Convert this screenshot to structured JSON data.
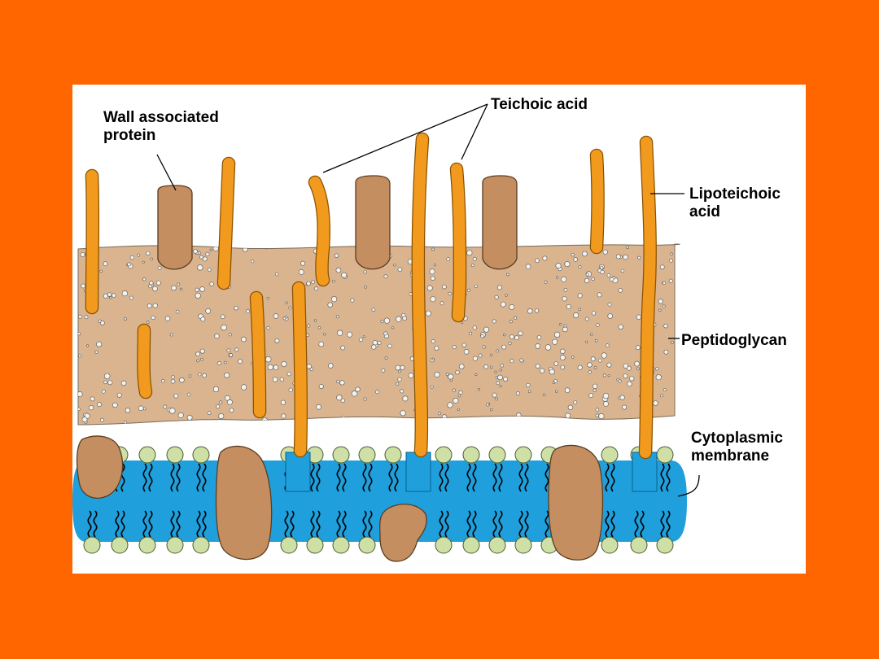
{
  "colors": {
    "background": "#FF6600",
    "panel": "#FFFFFF",
    "peptidoglycan": "#D9B48F",
    "peptidoglycan_dots": "#F2F2EE",
    "teichoic_acid": "#F29A1E",
    "teichoic_outline": "#8A5200",
    "protein": "#C48E60",
    "membrane": "#1FA0DD",
    "phospholipid_head": "#CFE0A6",
    "phospholipid_tail": "#000000",
    "leader_line": "#000000"
  },
  "icons": {
    "peptidoglycan_layer": "peptidoglycan-layer-shape",
    "membrane_bilayer": "lipid-bilayer-shape",
    "protein": "rounded-blob-shape",
    "teichoic_acid": "rod-shape"
  },
  "labels": {
    "wall_associated_protein": [
      "Wall associated",
      "protein"
    ],
    "teichoic_acid": "Teichoic acid",
    "lipoteichoic_acid": [
      "Lipoteichoic",
      "acid"
    ],
    "peptidoglycan": "Peptidoglycan",
    "cytoplasmic_membrane": [
      "Cytoplasmic",
      "membrane"
    ]
  }
}
